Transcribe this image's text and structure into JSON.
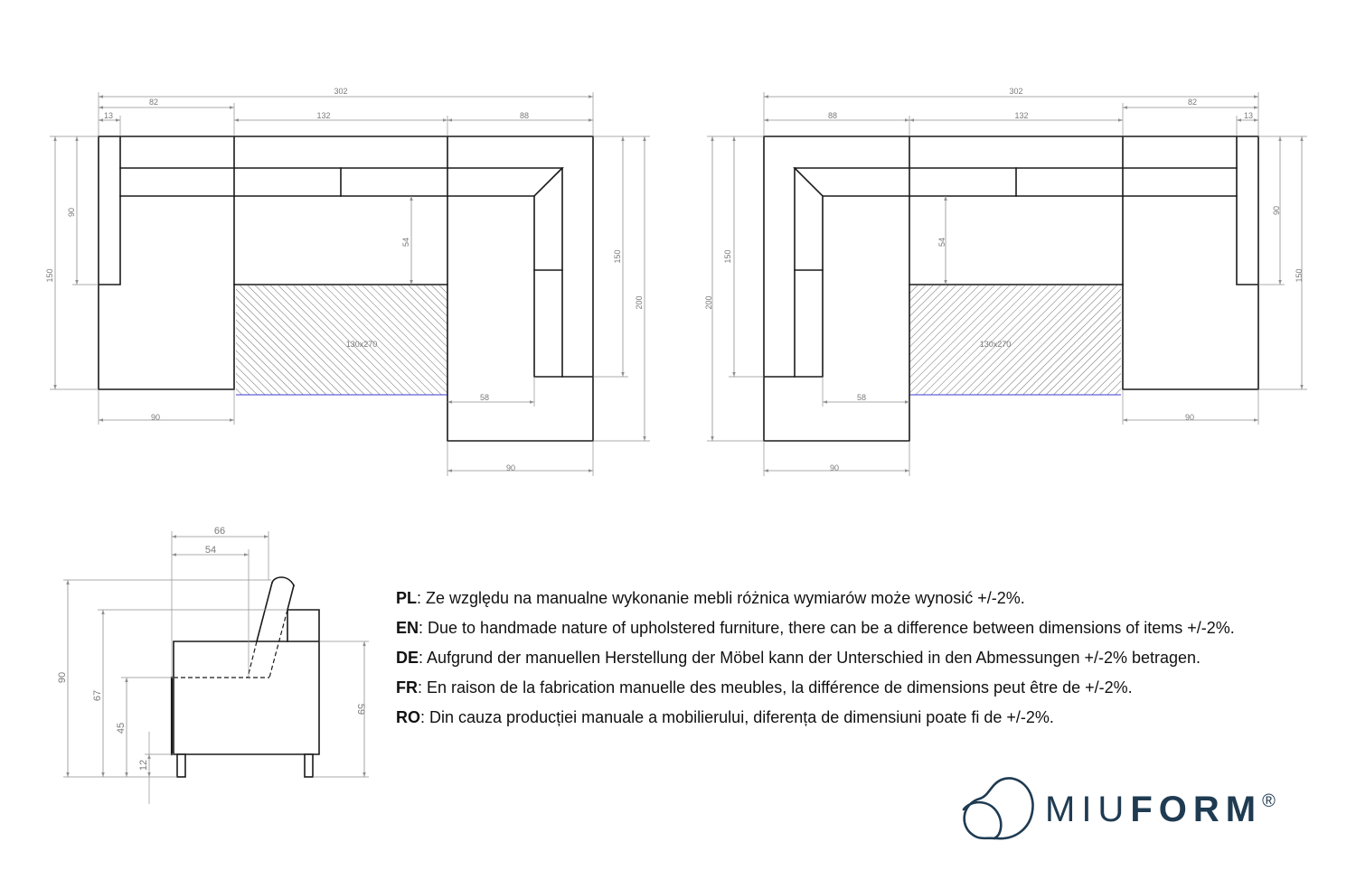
{
  "plan_left": {
    "overall_width": "302",
    "left_section_width": "82",
    "left_backrest": "13",
    "middle_section": "132",
    "right_section_width": "88",
    "left_depth": "150",
    "left_back_depth": "90",
    "middle_seat_depth": "54",
    "right_inner_depth": "150",
    "right_total_depth": "200",
    "left_chaise_width": "90",
    "right_seat_width": "58",
    "right_chaise_width": "90",
    "sleeping_area": "130x270"
  },
  "plan_right": {
    "overall_width": "302",
    "left_section_width": "88",
    "middle_section": "132",
    "right_section_width": "82",
    "right_backrest": "13",
    "left_total_depth": "200",
    "left_inner_depth": "150",
    "middle_seat_depth": "54",
    "right_back_depth": "90",
    "right_depth": "150",
    "left_seat_width": "58",
    "left_chaise_width": "90",
    "right_chaise_width": "90",
    "sleeping_area": "130x270"
  },
  "profile": {
    "total_depth": "66",
    "seat_depth": "54",
    "total_height": "90",
    "armrest_height": "67",
    "seat_height": "45",
    "leg_height": "12",
    "body_height": "59"
  },
  "notes": [
    {
      "lang": "PL",
      "text": ": Ze względu na manualne wykonanie mebli różnica wymiarów może wynosić +/-2%."
    },
    {
      "lang": "EN",
      "text": ": Due to handmade nature of upholstered furniture, there can be a difference between dimensions of items +/-2%."
    },
    {
      "lang": "DE",
      "text": ": Aufgrund der manuellen Herstellung der Möbel kann der Unterschied in den Abmessungen +/-2% betragen."
    },
    {
      "lang": "FR",
      "text": ": En raison de la fabrication manuelle des meubles, la différence de dimensions peut être de +/-2%."
    },
    {
      "lang": "RO",
      "text": ": Din cauza producției manuale a mobilierului, diferența de dimensiuni poate fi de +/-2%."
    }
  ],
  "logo": {
    "light": "MIU",
    "bold": "FORM",
    "registered": "®",
    "icon": "bean-shape-icon"
  },
  "colors": {
    "ink": "#1a1a1a",
    "dimension": "#8f8f8f",
    "dimension_text": "#7a7a7a",
    "hatch": "#4a4a4a",
    "bed_edge": "#3b3bd1",
    "brand": "#1f3b52",
    "text": "#111111"
  }
}
